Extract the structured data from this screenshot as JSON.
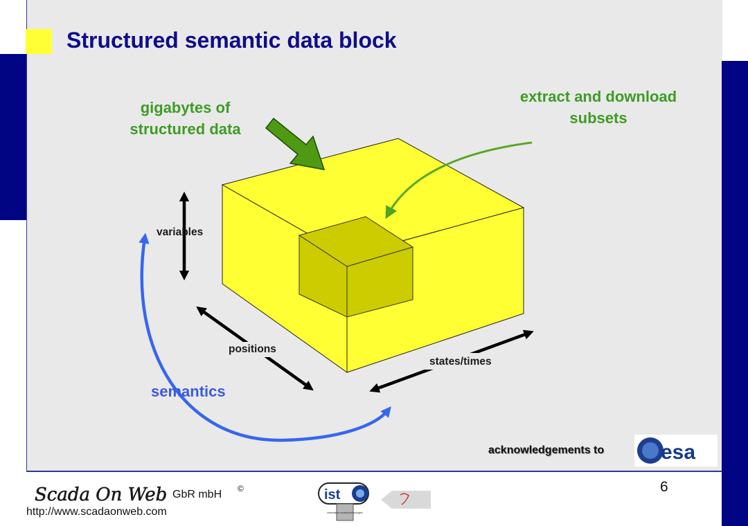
{
  "slide": {
    "title": "Structured semantic data block",
    "page_number": "6"
  },
  "labels": {
    "gigabytes": "gigabytes of structured data",
    "extract": "extract and download subsets",
    "variables": "variables",
    "positions": "positions",
    "states_times": "states/times",
    "semantics": "semantics",
    "acknowledgements": "acknowledgements to"
  },
  "footer": {
    "logo_text": "Scada On Web",
    "company": "GbR mbH",
    "copyright": "©",
    "url": "http://www.scadaonweb.com",
    "ist_text": "ist",
    "ist_caption": "information society technologies",
    "esa_text": "esa"
  },
  "colors": {
    "navy": "#020583",
    "title": "#100c8a",
    "cube_yellow": "#ffff33",
    "subcube": "#cccc00",
    "green": "#3e9b24",
    "semantics_blue": "#3b5bdc"
  }
}
